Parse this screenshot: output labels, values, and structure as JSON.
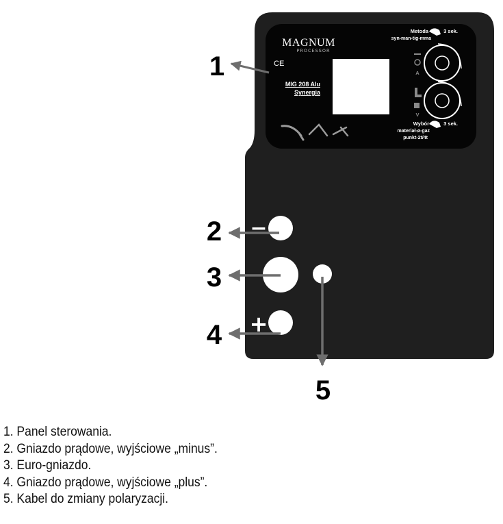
{
  "panel": {
    "brand": "MAGNUM",
    "brand_sub": "PROCESSOR",
    "ce_mark": "CE",
    "model_line1": "MIG 208 Alu",
    "model_line2": "Synergia",
    "metoda_label": "Metoda",
    "metoda_time": "3 sek.",
    "metoda_options": "syn-man-tig-mma",
    "wybor_label": "Wybór",
    "wybor_time": "3 sek.",
    "wybor_line2": "materiał-ø-gaz",
    "wybor_line3": "punkt-2t/4t",
    "knob_top_unit": "A",
    "knob_bottom_unit": "V"
  },
  "sockets": {
    "minus_sign": "−",
    "plus_sign": "+"
  },
  "callouts": [
    "1",
    "2",
    "3",
    "4",
    "5"
  ],
  "legend": [
    "1. Panel sterowania.",
    "2. Gniazdo prądowe, wyjściowe „minus”.",
    "3. Euro-gniazdo.",
    "4. Gniazdo prądowe, wyjściowe „plus”.",
    "5. Kabel do zmiany polaryzacji."
  ],
  "colors": {
    "housing": "#1f1f1f",
    "panel": "#050505",
    "arrow": "#6e6e6e",
    "socket": "#ffffff"
  }
}
